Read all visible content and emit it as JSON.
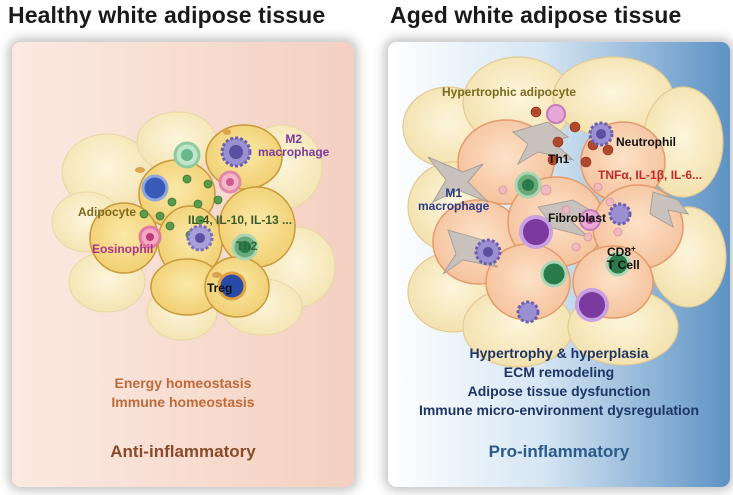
{
  "titles": {
    "left": "Healthy white adipose tissue",
    "right": "Aged white adipose tissue"
  },
  "left_panel": {
    "labels": {
      "m2_macrophage": "M2\nmacrophage",
      "adipocyte": "Adipocyte",
      "cytokines": "IL-4, IL-10, IL-13 ...",
      "eosinophil": "Eosinophil",
      "th2": "Th2",
      "treg": "Treg"
    },
    "outcomes": [
      "Energy homeostasis",
      "Immune homeostasis"
    ],
    "state": "Anti-inflammatory"
  },
  "right_panel": {
    "labels": {
      "hypertrophic_adipocyte": "Hypertrophic adipocyte",
      "neutrophil": "Neutrophil",
      "th1": "Th1",
      "cytokines": "TNFα, IL-1β, IL-6...",
      "m1_macrophage": "M1\nmacrophage",
      "fibroblast": "Fibroblast",
      "cd8_t_cell_main": "CD8",
      "cd8_t_cell_sup": "+",
      "cd8_t_cell_line2": "T Cell"
    },
    "outcomes": [
      "Hypertrophy & hyperplasia",
      "ECM remodeling",
      "Adipose tissue dysfunction",
      "Immune micro-environment dysregulation"
    ],
    "state": "Pro-inflammatory"
  },
  "colors": {
    "left_state": "#8a4a2a",
    "left_outcomes": "#c06a3a",
    "right_state": "#2a5a8a",
    "right_outcomes": "#1f3566",
    "olive": "#7a6a1e",
    "purple": "#7a3a9a",
    "magenta": "#b0308a",
    "red": "#c02a2a",
    "green": "#2a6a3a",
    "navy": "#2a3a8a"
  }
}
